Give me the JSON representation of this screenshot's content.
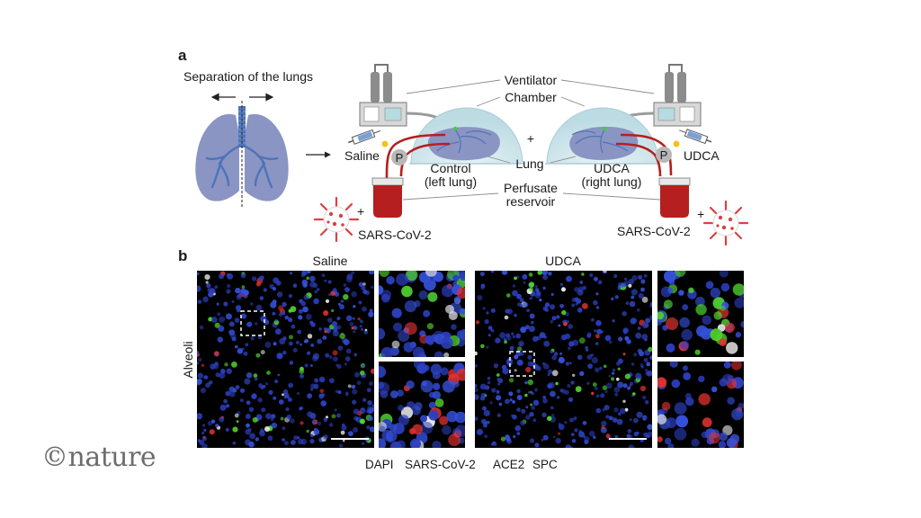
{
  "panel_a": {
    "letter": "a",
    "separation_label": "Separation of the lungs",
    "labels": {
      "ventilator": "Ventilator",
      "chamber": "Chamber",
      "lung": "Lung",
      "perfusate": "Perfusate",
      "reservoir": "reservoir",
      "saline": "Saline",
      "udca": "UDCA",
      "pump": "P",
      "plus": "+",
      "control_line1": "Control",
      "control_line2": "(left lung)",
      "udca_line1": "UDCA",
      "udca_line2": "(right lung)",
      "virus": "SARS-CoV-2"
    }
  },
  "panel_b": {
    "letter": "b",
    "row_label": "Alveoli",
    "col_saline": "Saline",
    "col_udca": "UDCA",
    "legend": [
      {
        "text": "DAPI",
        "color": "#3d62d8"
      },
      {
        "text": "SARS-CoV-2",
        "color": "#9a9a9a"
      },
      {
        "text": "ACE2",
        "color": "#e02020"
      },
      {
        "text": "SPC",
        "color": "#52b83a"
      }
    ]
  },
  "brand": {
    "logo": "©nature"
  },
  "colors": {
    "lung": "#8a95c4",
    "trachea": "#4f73b8",
    "blood": "#b51f1f",
    "dome": "#cfe6ec",
    "pump": "#b8b8b8"
  }
}
